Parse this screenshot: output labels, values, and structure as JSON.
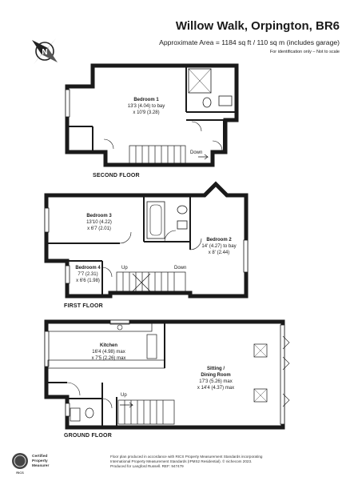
{
  "header": {
    "title": "Willow Walk, Orpington, BR6",
    "area": "Approximate Area = 1184 sq ft / 110 sq m (includes garage)",
    "note": "For identification only – Not to scale"
  },
  "compass": {
    "letter": "N"
  },
  "second_floor": {
    "label": "SECOND FLOOR",
    "rooms": [
      {
        "name": "Bedroom 1",
        "dims": [
          "13'3 (4.04) to bay",
          "x 10'9 (3.28)"
        ]
      }
    ],
    "stairs": {
      "label": "Down"
    }
  },
  "first_floor": {
    "label": "FIRST FLOOR",
    "rooms": [
      {
        "name": "Bedroom 3",
        "dims": [
          "13'10 (4.22)",
          "x 6'7 (2.01)"
        ]
      },
      {
        "name": "Bedroom 2",
        "dims": [
          "14' (4.27) to bay",
          "x 8' (2.44)"
        ]
      },
      {
        "name": "Bedroom 4",
        "dims": [
          "7'7 (2.31)",
          "x 6'6 (1.98)"
        ]
      }
    ],
    "stairs": {
      "up": "Up",
      "down": "Down"
    }
  },
  "ground_floor": {
    "label": "GROUND FLOOR",
    "rooms": [
      {
        "name": "Kitchen",
        "dims": [
          "16'4 (4.98) max",
          "x 7'5 (2.26) max"
        ]
      },
      {
        "name": "Sitting /",
        "name2": "Dining Room",
        "dims": [
          "17'3 (5.26) max",
          "x 14'4 (4.37) max"
        ]
      }
    ],
    "stairs": {
      "up": "Up"
    }
  },
  "footer": {
    "badge": [
      "Certified",
      "Property",
      "Measurer"
    ],
    "badge_mark": "RICS",
    "lines": [
      "Floor plan produced in accordance with RICS Property Measurement Standards incorporating",
      "International Property Measurement Standards (IPMS2 Residential). © nichecom 2023.",
      "Produced for Langford Russell.  REF: 947479"
    ]
  }
}
